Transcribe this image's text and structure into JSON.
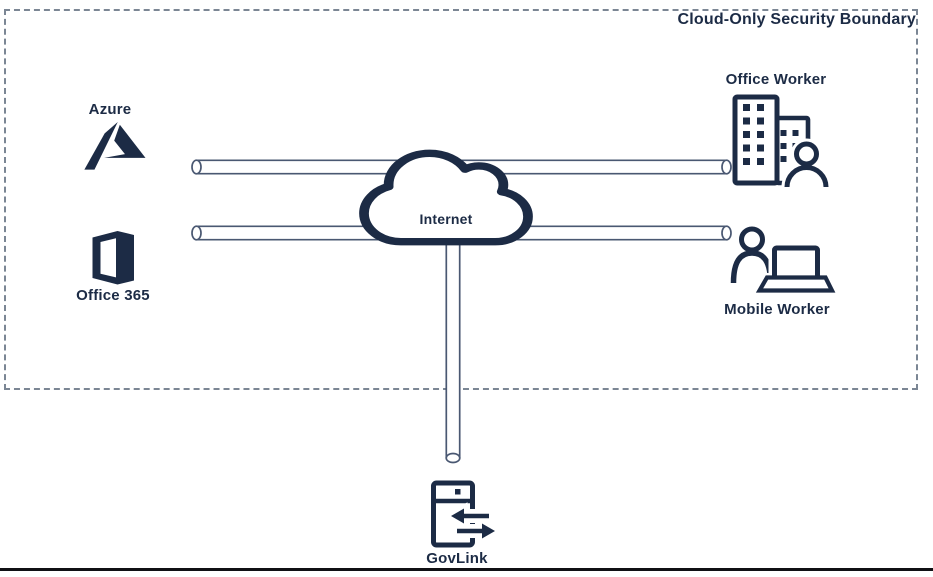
{
  "diagram": {
    "title": "Cloud-Only Security Boundary",
    "nodes": {
      "azure": {
        "label": "Azure",
        "icon": "azure-logo"
      },
      "office365": {
        "label": "Office 365",
        "icon": "office-365-logo"
      },
      "internet": {
        "label": "Internet",
        "icon": "internet-cloud"
      },
      "office_worker": {
        "label": "Office Worker",
        "icon": "office-buildings-person"
      },
      "mobile_worker": {
        "label": "Mobile Worker",
        "icon": "person-with-laptop"
      },
      "govlink": {
        "label": "GovLink",
        "icon": "server-transfer-arrows"
      }
    },
    "connections": [
      {
        "from": "azure",
        "to": "office_worker",
        "via": "internet",
        "style": "pipe"
      },
      {
        "from": "office365",
        "to": "mobile_worker",
        "via": "internet",
        "style": "pipe"
      },
      {
        "from": "internet",
        "to": "govlink",
        "style": "pipe"
      }
    ]
  },
  "colors": {
    "ink": "#1c2b45",
    "pipe": "#4a5872",
    "boundary": "#7b8694",
    "baseline": "#101014",
    "background": "#ffffff"
  }
}
